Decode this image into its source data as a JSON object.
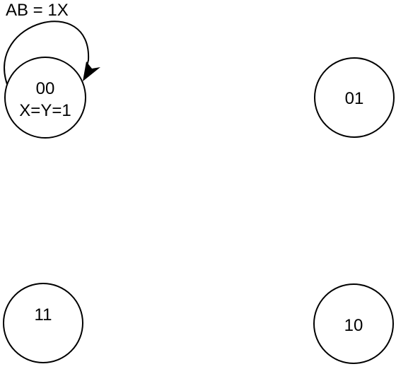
{
  "diagram": {
    "transition_label": "AB = 1X",
    "states": {
      "s00": {
        "name": "00",
        "output": "X=Y=1"
      },
      "s01": {
        "name": "01"
      },
      "s11": {
        "name": "11"
      },
      "s10": {
        "name": "10"
      }
    }
  },
  "colors": {
    "stroke": "#000000",
    "fill": "#ffffff",
    "text": "#000000"
  }
}
